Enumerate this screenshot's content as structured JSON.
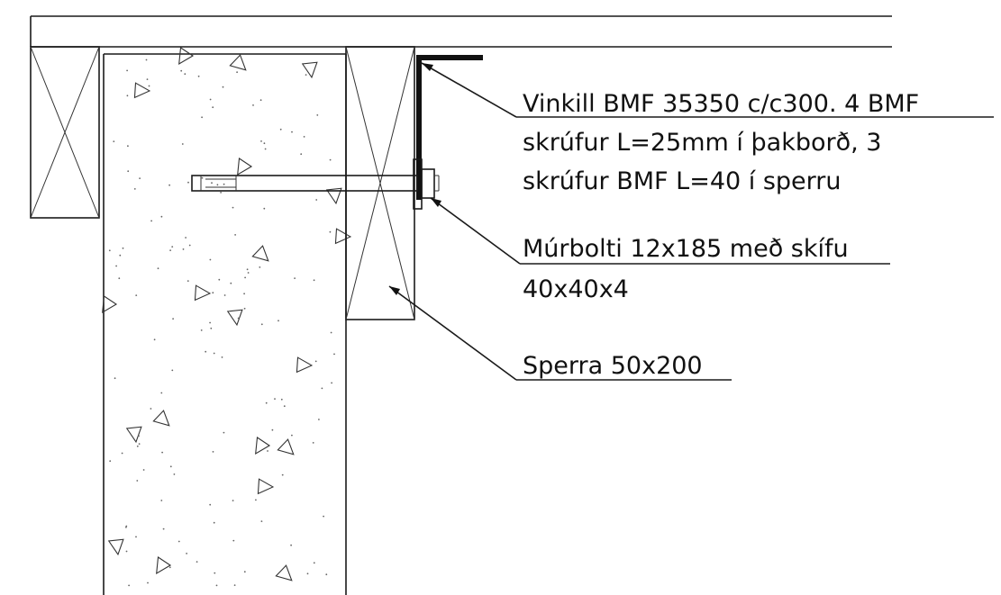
{
  "labels": {
    "angle_bracket": {
      "line1": "Vinkill BMF 35350 c/c300. 4 BMF",
      "line2": "skrúfur L=25mm í þakborð, 3",
      "line3": "skrúfur BMF L=40 í sperru"
    },
    "anchor_bolt": {
      "line1": "Múrbolti 12x185 með skífu",
      "line2": "40x40x4"
    },
    "rafter": {
      "line1": "Sperra 50x200"
    }
  }
}
